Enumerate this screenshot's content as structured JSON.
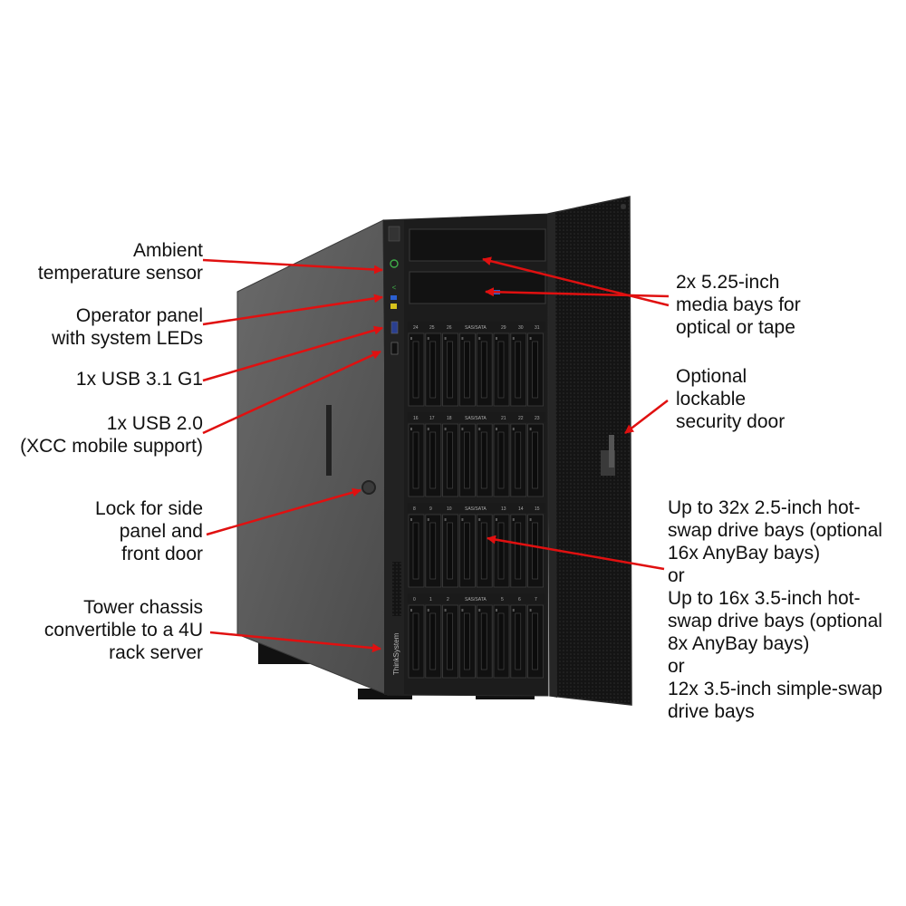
{
  "colors": {
    "arrow": "#e01010",
    "chassis_side": "#5b5b5b",
    "chassis_front": "#1c1c1c",
    "bay": "#111111",
    "door": "#151515",
    "text": "#111111"
  },
  "labels": {
    "ambient": [
      "Ambient",
      "temperature sensor"
    ],
    "operator": [
      "Operator panel",
      "with system LEDs"
    ],
    "usb31": [
      "1x USB 3.1 G1"
    ],
    "usb20": [
      "1x USB 2.0",
      "(XCC mobile support)"
    ],
    "lock": [
      "Lock for side",
      "panel and",
      "front door"
    ],
    "tower": [
      "Tower chassis",
      "convertible to a 4U",
      "rack server"
    ],
    "media": [
      "2x 5.25-inch",
      "media bays for",
      "optical or tape"
    ],
    "door": [
      "Optional",
      "lockable",
      "security door"
    ],
    "drives": [
      "Up to 32x 2.5-inch hot-",
      "swap drive bays (optional",
      "16x AnyBay bays)",
      "or",
      "Up to 16x 3.5-inch hot-",
      "swap drive bays (optional",
      "8x AnyBay bays)",
      "or",
      "12x 3.5-inch simple-swap",
      "drive bays"
    ]
  },
  "server": {
    "brand": "ThinkSystem",
    "bay_label": "SAS/SATA",
    "bay_numbers": [
      [
        "24",
        "25",
        "26",
        "29",
        "30",
        "31"
      ],
      [
        "16",
        "17",
        "18",
        "21",
        "22",
        "23"
      ],
      [
        "8",
        "9",
        "10",
        "13",
        "14",
        "15"
      ],
      [
        "0",
        "1",
        "2",
        "5",
        "6",
        "7"
      ]
    ]
  }
}
